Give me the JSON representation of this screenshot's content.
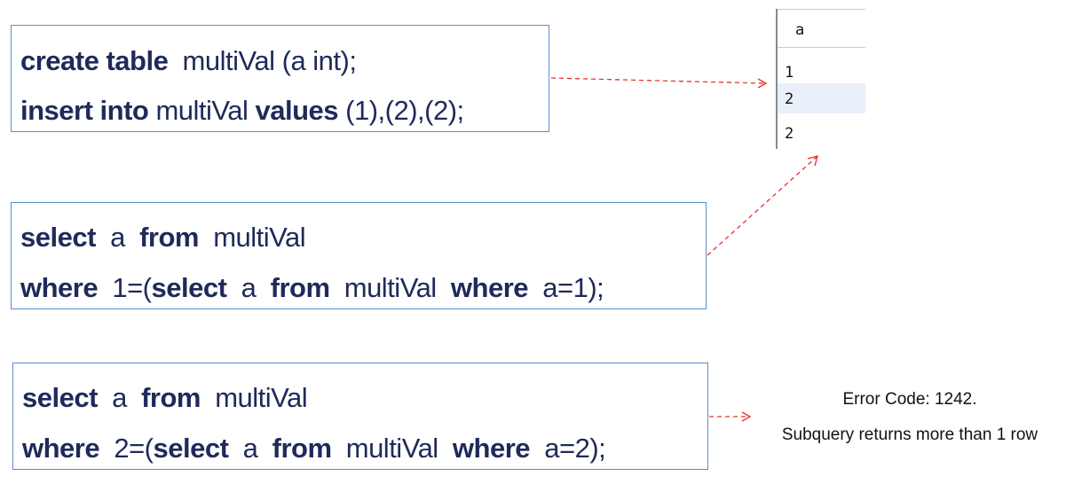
{
  "box1": {
    "line1": {
      "k1": "create table",
      "t1": "  multiVal (a int);"
    },
    "line2": {
      "k1": "insert into",
      "t1": " multiVal ",
      "k2": "values",
      "t2": " (1),(2),(2);"
    }
  },
  "box2": {
    "line1": {
      "k1": "select",
      "t1": "  a  ",
      "k2": "from",
      "t2": "  multiVal"
    },
    "line2": {
      "k1": "where",
      "t1": "  1=(",
      "k2": "select",
      "t2": "  a  ",
      "k3": "from",
      "t3": "  multiVal  ",
      "k4": "where",
      "t4": "  a=1);"
    }
  },
  "box3": {
    "line1": {
      "k1": "select",
      "t1": "  a  ",
      "k2": "from",
      "t2": "  multiVal"
    },
    "line2": {
      "k1": "where",
      "t1": "  2=(",
      "k2": "select",
      "t2": "  a  ",
      "k3": "from",
      "t3": "  multiVal  ",
      "k4": "where",
      "t4": "  a=2);"
    }
  },
  "result_grid": {
    "column": "a",
    "rows": [
      "1",
      "2",
      "2"
    ]
  },
  "error": {
    "line1": "Error Code: 1242.",
    "line2": "Subquery returns more than 1 row"
  },
  "colors": {
    "box_border": "#5b8fc7",
    "code_text": "#1f2a5a",
    "arrow": "#e8302a",
    "selected_row": "#e9f0fa"
  }
}
